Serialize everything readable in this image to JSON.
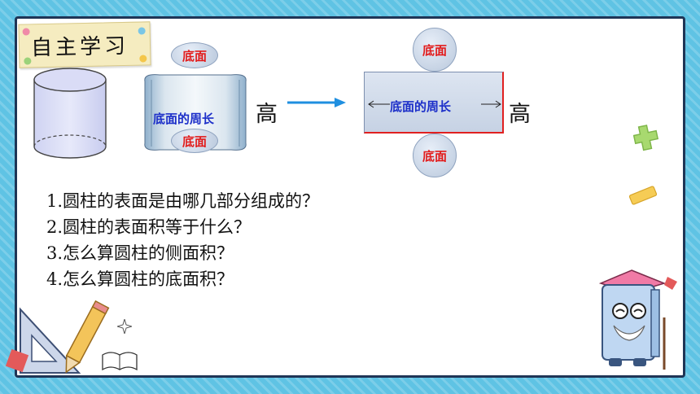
{
  "title": "自主学习",
  "figure": {
    "label_base_top": "底面",
    "label_base_bottom": "底面",
    "label_perimeter": "底面的周长",
    "label_height": "高",
    "net_circle_top": "底面",
    "net_circle_bottom": "底面",
    "net_perimeter": "底面的周长",
    "net_height": "高"
  },
  "questions": [
    "1.圆柱的表面是由哪几部分组成的？",
    "2.圆柱的表面积等于什么？",
    "3.怎么算圆柱的侧面积？",
    "4.怎么算圆柱的底面积？"
  ],
  "colors": {
    "red_label": "#e21b1b",
    "blue_label": "#1c2fc9",
    "background": "#5fc3e4",
    "border": "#1f3556"
  },
  "icons": [
    "cylinder-illustration",
    "unrolled-cylinder-illustration",
    "arrow-right-icon",
    "puzzle-piece-icon",
    "ruler-icon",
    "triangle-ruler-icon",
    "pencil-icon",
    "open-book-icon",
    "sparkle-icon",
    "book-character-mascot"
  ]
}
